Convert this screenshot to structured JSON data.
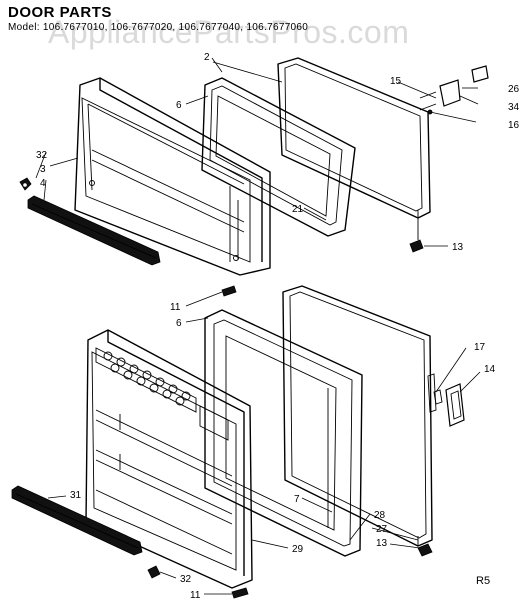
{
  "heading": {
    "title": "DOOR PARTS",
    "models": "Model: 106.7677010, 106.7677020, 106.7677040, 106.7677060",
    "watermark": "AppliancePartsPros.com"
  },
  "callouts": {
    "c2": "2",
    "c15": "15",
    "c26": "26",
    "c34": "34",
    "c16": "16",
    "c6a": "6",
    "c32a": "32",
    "c3": "3",
    "c4": "4",
    "c21": "21",
    "c13a": "13",
    "c11a": "11",
    "c6b": "6",
    "c17": "17",
    "c14": "14",
    "c31": "31",
    "c7": "7",
    "c28": "28",
    "c27": "27",
    "c13b": "13",
    "c29": "29",
    "c32b": "32",
    "c11b": "11"
  },
  "page_code": "R5"
}
